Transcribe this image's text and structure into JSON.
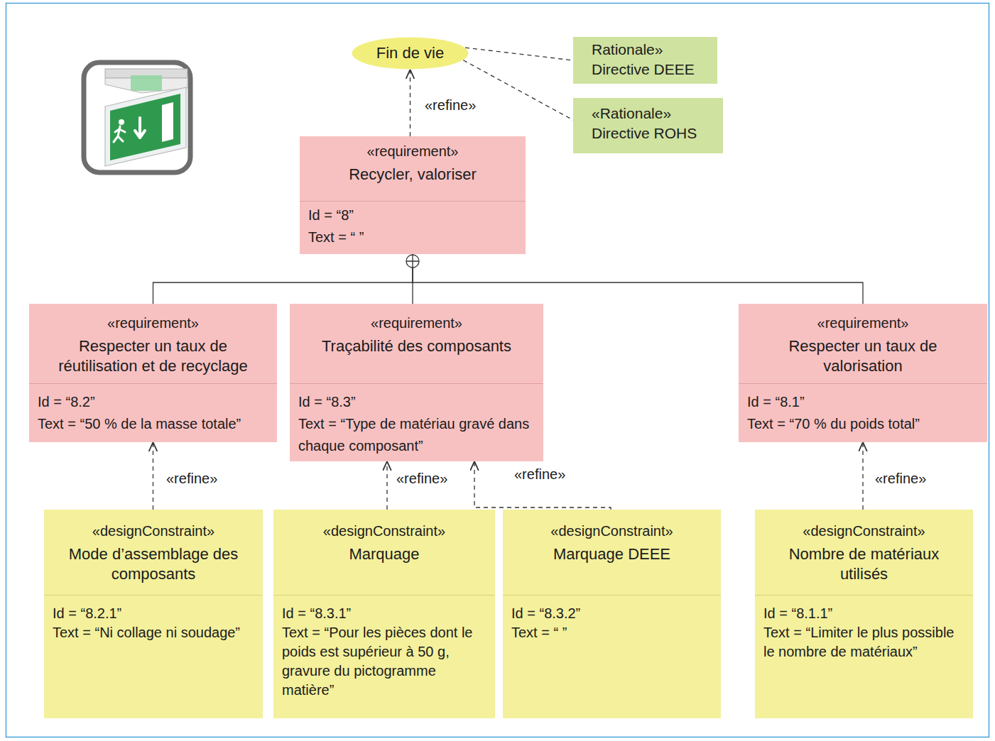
{
  "diagram": {
    "nodes": [
      {
        "text": [
          "Fin de vie"
        ]
      },
      {
        "text": [
          "Rationale»",
          "Directive DEEE"
        ]
      },
      {
        "text": [
          "«Rationale»",
          "Directive ROHS"
        ]
      },
      {
        "text": [
          "«requirement»",
          "Recycler, valoriser",
          "Id = “8”",
          "Text = “ ”"
        ]
      },
      {
        "text": [
          "«requirement»",
          "Respecter un taux de réutilisation et de recyclage",
          "Id = “8.2”",
          "Text = “50 % de la masse totale”"
        ]
      },
      {
        "text": [
          "«requirement»",
          "Traçabilité des composants",
          "Id = “8.3”",
          "Text = “Type de matériau gravé dans chaque composant”"
        ]
      },
      {
        "text": [
          "«requirement»",
          "Respecter un taux de valorisation",
          "Id = “8.1”",
          "Text = “70 % du poids total”"
        ]
      },
      {
        "text": [
          "«designConstraint»",
          "Mode d’assemblage des composants",
          "Id = “8.2.1”",
          "Text = “Ni collage ni soudage”"
        ]
      },
      {
        "text": [
          "«designConstraint»",
          "Marquage",
          "Id = “8.3.1”",
          "Text = “Pour les pièces dont le poids est supérieur à 50 g, gravure du pictogramme matière”"
        ]
      },
      {
        "text": [
          "«designConstraint»",
          "Marquage DEEE",
          "Id = “8.3.2”",
          "Text = “ ”"
        ]
      },
      {
        "text": [
          "«designConstraint»",
          "Nombre de matériaux utilisés",
          "Id = “8.1.1”",
          "Text = “Limiter le plus possible le nombre de matériaux”"
        ]
      }
    ],
    "edges": [
      {
        "from": 3,
        "to": 0,
        "label": "«refine»",
        "arrow": "to"
      },
      {
        "from": 0,
        "to": 1,
        "arrow": "none"
      },
      {
        "from": 0,
        "to": 2,
        "arrow": "none"
      },
      {
        "from": 3,
        "to": 4,
        "arrow": "none"
      },
      {
        "from": 3,
        "to": 5,
        "arrow": "none"
      },
      {
        "from": 3,
        "to": 6,
        "arrow": "none"
      },
      {
        "from": 7,
        "to": 4,
        "label": "«refine»",
        "arrow": "to"
      },
      {
        "from": 8,
        "to": 5,
        "label": "«refine»",
        "arrow": "to"
      },
      {
        "from": 9,
        "to": 5,
        "label": "«refine»",
        "arrow": "to"
      },
      {
        "from": 10,
        "to": 6,
        "label": "«refine»",
        "arrow": "to"
      }
    ]
  }
}
